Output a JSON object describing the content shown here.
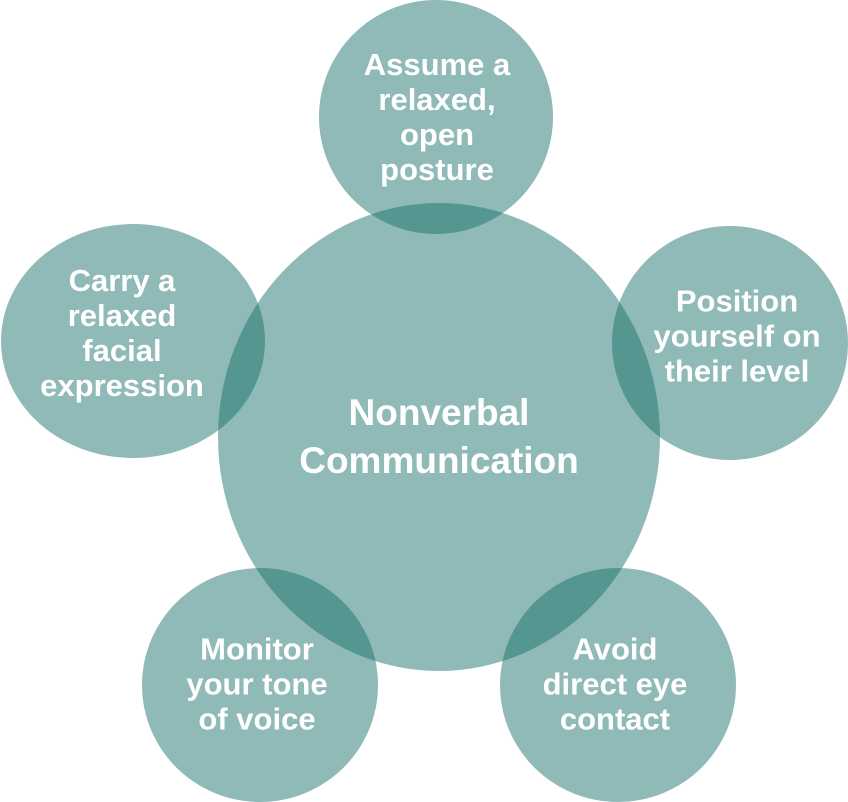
{
  "diagram": {
    "type": "overlapping-circles",
    "fill_color": "#166e68",
    "text_color": "#ffffff",
    "center": {
      "lines": [
        "Nonverbal",
        "Communication"
      ]
    },
    "satellites": [
      {
        "id": "top",
        "lines": [
          "Assume a",
          "relaxed,",
          "open",
          "posture"
        ]
      },
      {
        "id": "left",
        "lines": [
          "Carry a",
          "relaxed",
          "facial",
          "expression"
        ]
      },
      {
        "id": "right",
        "lines": [
          "Position",
          "yourself on",
          "their level"
        ]
      },
      {
        "id": "bottom-left",
        "lines": [
          "Monitor",
          "your tone",
          "of voice"
        ]
      },
      {
        "id": "bottom-right",
        "lines": [
          "Avoid",
          "direct eye",
          "contact"
        ]
      }
    ]
  }
}
